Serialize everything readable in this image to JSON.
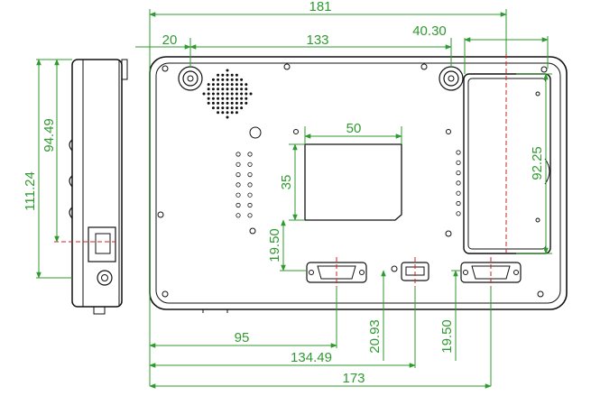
{
  "drawing": {
    "title": "",
    "dimensions": {
      "overall_width": "181",
      "mount_offset": "20",
      "mount_spacing": "133",
      "right_offset": "40.30",
      "side_height": "111.24",
      "side_inner_height": "94.49",
      "cutout_width": "50",
      "cutout_height": "35",
      "cutout_to_port": "19.50",
      "compartment_height": "92.25",
      "port_left": "95",
      "port_mid": "134.49",
      "bottom_overall": "173",
      "usb_height": "20.93",
      "port_right_height": "19.50"
    }
  }
}
